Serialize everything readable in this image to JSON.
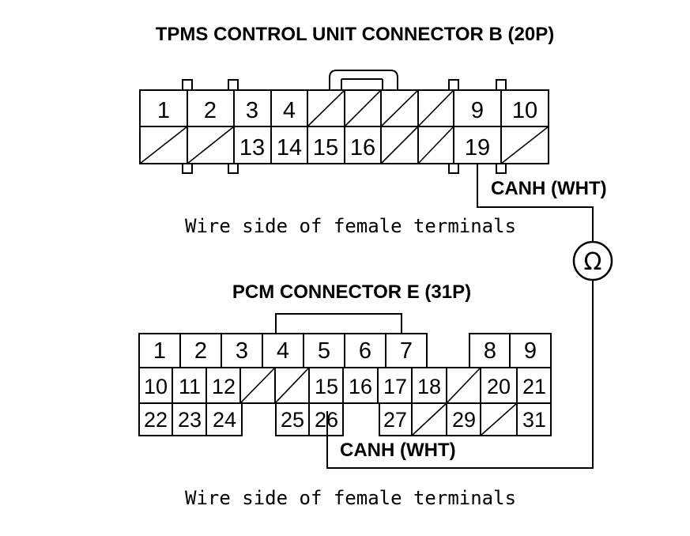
{
  "connector_b": {
    "title": "TPMS CONTROL UNIT CONNECTOR B (20P)",
    "caption": "Wire side of female terminals",
    "top_row": [
      "1",
      "2",
      "3",
      "4",
      "",
      "",
      "",
      "",
      "9",
      "10"
    ],
    "bottom_row": [
      "",
      "",
      "13",
      "14",
      "15",
      "16",
      "",
      "",
      "19",
      ""
    ],
    "wire_label": "CANH (WHT)"
  },
  "connector_e": {
    "title": "PCM CONNECTOR E (31P)",
    "caption": "Wire side of female terminals",
    "row1": [
      "1",
      "2",
      "3",
      "4",
      "5",
      "6",
      "7",
      "8",
      "9"
    ],
    "row2": [
      "10",
      "11",
      "12",
      "",
      "",
      "15",
      "16",
      "17",
      "18",
      "",
      "20",
      "21"
    ],
    "row3": [
      "22",
      "23",
      "24",
      "25",
      "26",
      "27",
      "29",
      "31"
    ],
    "wire_label": "CANH (WHT)"
  },
  "meter": {
    "symbol": "Ω",
    "icon": "ohmmeter-icon"
  }
}
